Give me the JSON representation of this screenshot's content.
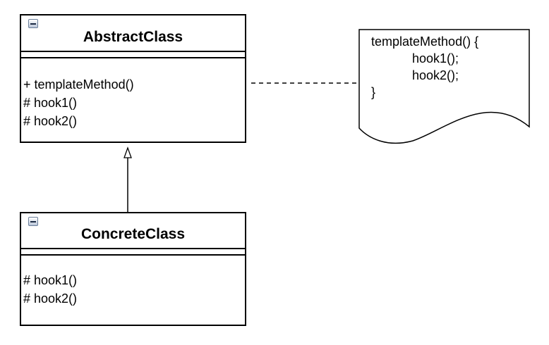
{
  "abstract_class": {
    "name": "AbstractClass",
    "operations": [
      "+ templateMethod()",
      "# hook1()",
      "# hook2()"
    ]
  },
  "concrete_class": {
    "name": "ConcreteClass",
    "operations": [
      "# hook1()",
      "# hook2()"
    ]
  },
  "note": {
    "lines": [
      "templateMethod() {",
      "hook1();",
      "hook2();",
      "}"
    ]
  }
}
